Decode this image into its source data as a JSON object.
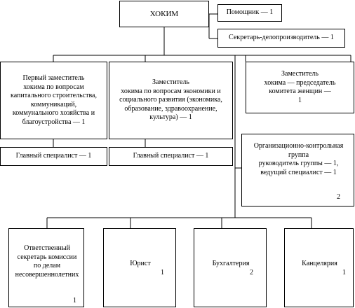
{
  "head": {
    "title": "ХОКИМ"
  },
  "side_units": {
    "assistant": "Помощник — 1",
    "secretary": "Секретарь-делопроизводитель — 1"
  },
  "deputies": {
    "first": "Первый заместитель\nхокима по вопросам\nкапитального строительства,\nкоммуникаций,\nкоммунального хозяйства и\nблагоустройства — 1",
    "economy": "Заместитель\nхокима по вопросам экономики и\nсоциального развития (экономика,\nобразование, здравоохранение,\nкультура) — 1",
    "women": "Заместитель\nхокима — председатель\nкомитета женщин —\n1"
  },
  "specialists": {
    "first": "Главный специалист  — 1",
    "economy": "Главный специалист  — 1"
  },
  "control_group": {
    "text": "Организационно-контрольная\nгруппа\nруководитель группы — 1,\nведущий специалист — 1",
    "count": "2"
  },
  "departments": [
    {
      "label": "Ответственный\nсекретарь комиссии\nпо делам\nнесовершеннолетних",
      "count": "1"
    },
    {
      "label": "Юрист",
      "count": "1"
    },
    {
      "label": "Бухгалтерия",
      "count": "2"
    },
    {
      "label": "Канцелярия",
      "count": "1"
    }
  ]
}
